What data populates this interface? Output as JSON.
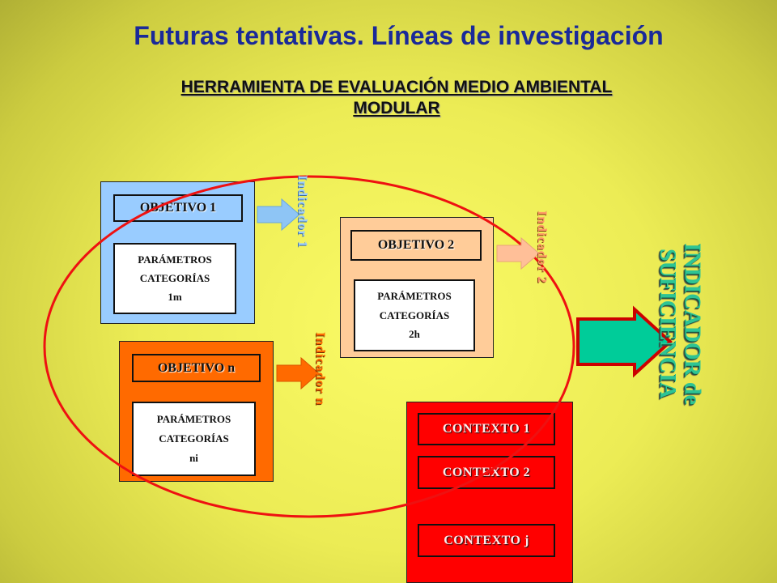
{
  "slide": {
    "title": "Futuras tentativas. Líneas de investigación",
    "subtitle_line1": "HERRAMIENTA DE EVALUACIÓN MEDIO AMBIENTAL",
    "subtitle_line2": "MODULAR"
  },
  "objectives": [
    {
      "title": "OBJETIVO 1",
      "params": "PARÁMETROS",
      "categories": "CATEGORÍAS",
      "count": "1m",
      "indicator": "Indicador 1",
      "color": "#99ccff"
    },
    {
      "title": "OBJETIVO 2",
      "params": "PARÁMETROS",
      "categories": "CATEGORÍAS",
      "count": "2h",
      "indicator": "Indicador 2",
      "color": "#ffcc99"
    },
    {
      "title": "OBJETIVO n",
      "params": "PARÁMETROS",
      "categories": "CATEGORÍAS",
      "count": "ni",
      "indicator": "Indicador n",
      "color": "#ff6a00"
    }
  ],
  "contexts": [
    "CONTEXTO 1",
    "CONTEXTO 2",
    "CONTEXTO j"
  ],
  "result": {
    "line1": "INDICADOR de",
    "line2": "SUFICIENCIA"
  },
  "colors": {
    "title": "#1a2a99",
    "ellipse": "#ee1111",
    "context_panel": "#ff0000",
    "result_arrow_fill": "#00cc99",
    "result_arrow_stroke": "#cc0000",
    "result_text": "#2ec494"
  }
}
